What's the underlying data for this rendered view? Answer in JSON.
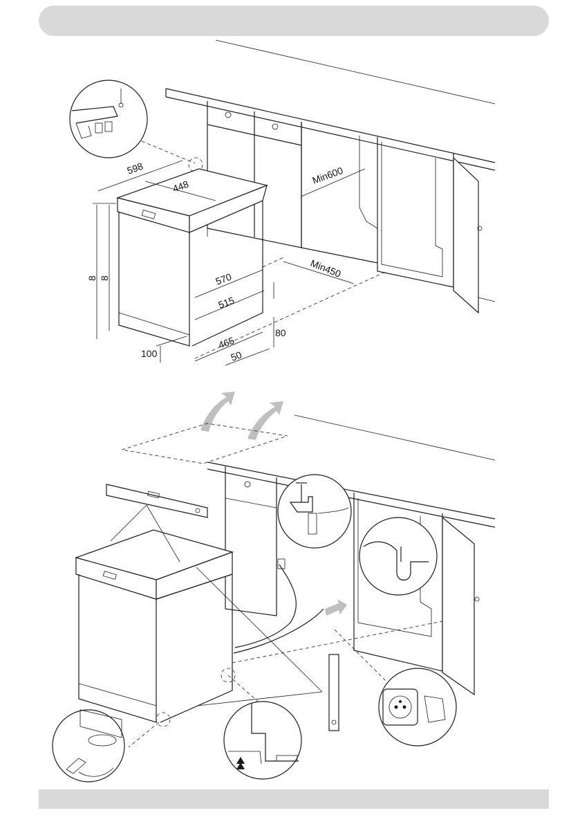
{
  "dimensions": {
    "width_598": "598",
    "depth_448": "448",
    "min600": "Min600",
    "min450": "Min450",
    "d570": "570",
    "d515": "515",
    "d465": "465",
    "d50": "50",
    "d80": "80",
    "d100": "100",
    "height_left": "8",
    "height_right": "8"
  },
  "colors": {
    "header_bar": "#d9d9d9",
    "footer_bar": "#d9d9d9",
    "arrow_grey": "#bfbfbf"
  }
}
